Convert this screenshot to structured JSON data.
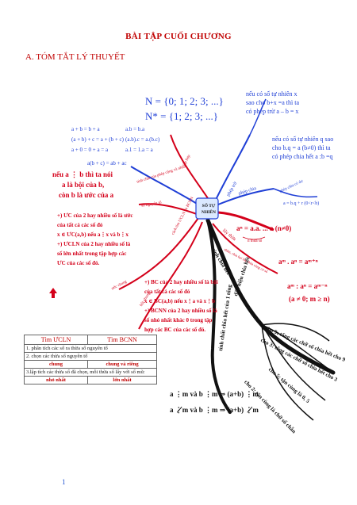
{
  "title": "BÀI TẬP CUỐI CHƯƠNG",
  "section_a": "A. TÓM TẮT LÝ THUYẾT",
  "page_number": "1",
  "center_label": [
    "SỐ TỰ",
    "NHIÊN"
  ],
  "sets": {
    "n": "N = {0; 1; 2; 3; ...}",
    "nstar": "N* = {1; 2; 3; ...}"
  },
  "properties": [
    "a + b = b + a",
    "(a + b) + c = a + (b + c)",
    "a + 0 = 0 + a = a",
    "a(b + c) = ab + ac",
    "a.b = b.a",
    "(a.b).c = a.(b.c)",
    "a.1 = 1.a = a"
  ],
  "subtraction": [
    "nếu có số tự nhiên x",
    "sao cho b+x =a thì ta",
    "có phép trừ a – b = x"
  ],
  "division": [
    "nếu có số tự nhiên q sao",
    "cho b.q = a (b≠0)  thì ta",
    "có phép chia hết a :b =q"
  ],
  "remainder": "a = b.q + r (0<r<b)",
  "divisor_multiple": [
    "nếu a ⋮ b thì ta nói",
    "a là bội của b,",
    "còn b là ước của a"
  ],
  "ucln": [
    "+) ƯC của 2 hay nhiều số là ước",
    "của tất cả các số đó",
    "x ∈ ƯC(a,b)  nếu a⋮x  và b⋮x",
    "+) ƯCLN của 2 hay nhiều số là",
    "số lớn nhất trong tập hợp các",
    "ƯC của các số đó."
  ],
  "bcnn": [
    "+) BC của 2 hay nhiều số là bội",
    "của tất cả các số đó",
    "x ∈ BC(a,b)  nếu x⋮a  và x⋮b",
    "+) BCNN của 2 hay nhiều số là",
    "số nhỏ nhất khác 0 trong tập",
    "hợp các BC của các số đó."
  ],
  "powers": {
    "def": "aⁿ = a.a. ... a  (n≠0)",
    "def_note": "n thừa số",
    "mul": "aᵐ . aⁿ = aᵐ⁺ⁿ",
    "div": "aᵐ : aⁿ = aᵐ⁻ⁿ",
    "cond": "(a ≠ 0; m ≥ n)"
  },
  "branch_labels": {
    "add_mul": "tính chất của phép cộng và nhân",
    "sub": "phép trừ",
    "div": "phép chia",
    "div_rem": "phép chia có dư",
    "power": "lũy thừa",
    "gcd": "ước chung",
    "lcm": "bội chung",
    "divisibility": "tính chia hết",
    "div_sign": "dấu hiệu chia hết",
    "div_sum": "tính chất chia hết của 1 tổng",
    "set": "tập hợp",
    "prime": "số nguyên tố",
    "power_rule": "nhân, chia hai lũy thừa cùng cơ số",
    "gcd_lcm": "cách tìm ƯCLN và BCNN"
  },
  "signs": [
    "cho 9: tổng các chữ số chia hết cho 9",
    "cho 3: tổng các chữ số chia hết cho 3",
    "cho 5: tận cùng là 0, 5",
    "cho 2: tận cùng là chữ số chẵn"
  ],
  "sum_rules": [
    "a ⋮m  và b ⋮m ⇒ (a+b) ⋮m",
    "a ⋮̸m  và b ⋮m ⇒ (a+b) ⋮̸m"
  ],
  "table": {
    "head": [
      "Tìm ƯCLN",
      "Tìm BCNN"
    ],
    "step1": "1.  phân tích các số ra thừa số nguyên tố",
    "step2": "2.  chọn các thừa số nguyên tố",
    "step2_left": "chung",
    "step2_right": "chung và riêng",
    "step3": "3.lập tích các thừa số đã chọn, mỗi thừa số lấy với số mũ:",
    "step3_left": "nhỏ nhất",
    "step3_right": "lớn nhất"
  }
}
